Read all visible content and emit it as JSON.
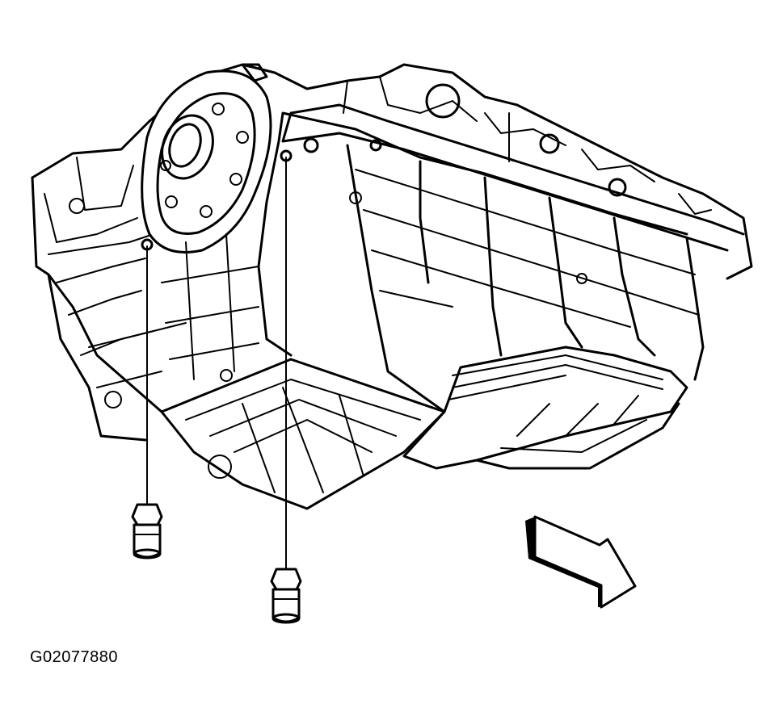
{
  "figure": {
    "id_label": "G02077880",
    "parts": {
      "engine_block": "engine-block",
      "oil_pan": "oil-pan",
      "rear_seal_housing": "crankshaft-rear-seal-housing",
      "oil_pan_bolts": 2,
      "direction_arrow": "front-of-vehicle-arrow-icon"
    },
    "colors": {
      "line": "#000000",
      "background": "#ffffff"
    }
  }
}
